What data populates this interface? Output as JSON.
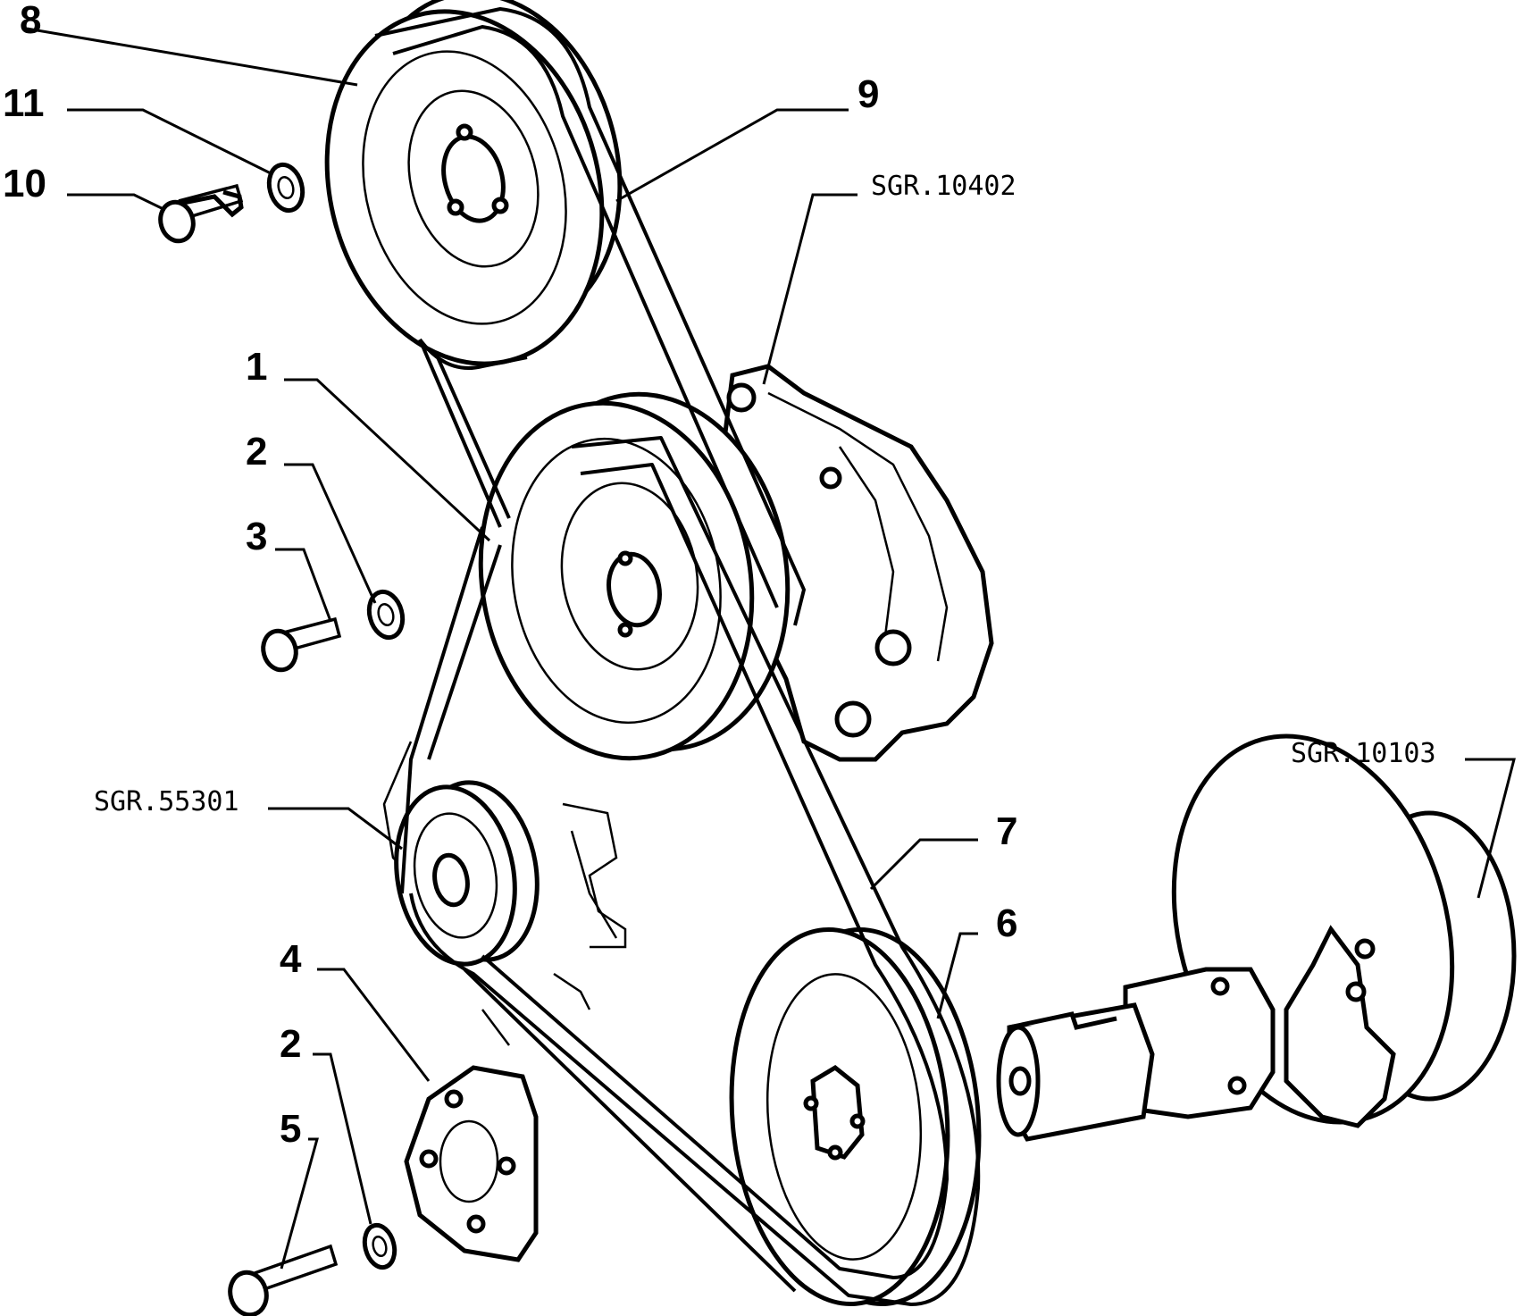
{
  "diagram": {
    "part_numbers": [
      "1",
      "2",
      "3",
      "4",
      "5",
      "6",
      "7",
      "8",
      "9",
      "10",
      "11"
    ],
    "second_washer_label": "2",
    "third_washer_label": "2",
    "references": {
      "water_pump": "SGR.10402",
      "crankshaft": "SGR.10103",
      "tensioner": "SGR.55301"
    }
  }
}
